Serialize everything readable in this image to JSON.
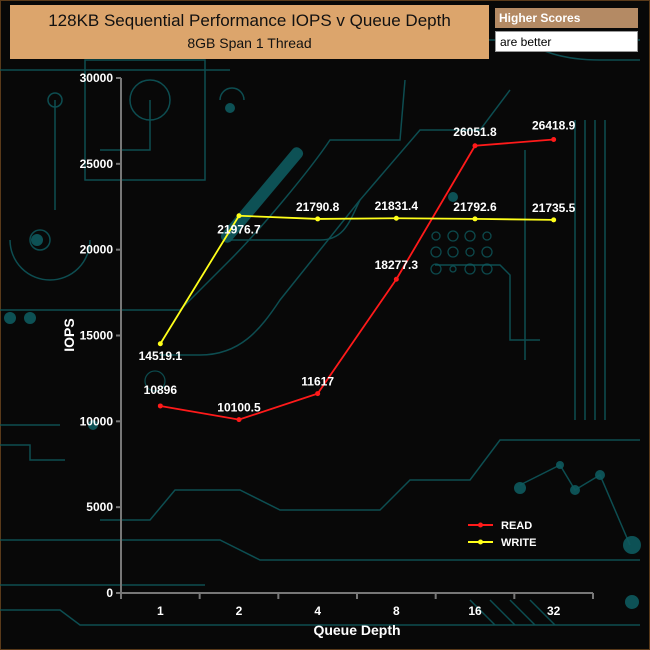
{
  "header": {
    "title": "128KB Sequential Performance IOPS v Queue Depth",
    "subtitle": "8GB Span 1 Thread",
    "note_line1": "Higher Scores",
    "note_line2": "are better"
  },
  "colors": {
    "title_bg": "#dca56c",
    "note_bg": "#b48a64",
    "read": "#ff1a1a",
    "write": "#ffff1a",
    "axis": "#777777",
    "circuit": "#0e5a5e"
  },
  "chart_data": {
    "type": "line",
    "title": "128KB Sequential Performance IOPS v Queue Depth",
    "subtitle": "8GB Span 1 Thread",
    "xlabel": "Queue Depth",
    "ylabel": "IOPS",
    "categories": [
      "1",
      "2",
      "4",
      "8",
      "16",
      "32"
    ],
    "ylim": [
      0,
      30000
    ],
    "yticks": [
      0,
      5000,
      10000,
      15000,
      20000,
      25000,
      30000
    ],
    "grid": false,
    "legend_position": "bottom-right",
    "series": [
      {
        "name": "READ",
        "color": "#ff1a1a",
        "values": [
          10896,
          10100.5,
          11617,
          18277.3,
          26051.8,
          26418.9
        ],
        "labels": [
          "10896",
          "10100.5",
          "11617",
          "18277.3",
          "26051.8",
          "26418.9"
        ]
      },
      {
        "name": "WRITE",
        "color": "#ffff1a",
        "values": [
          14519.1,
          21976.7,
          21790.8,
          21831.4,
          21792.6,
          21735.5
        ],
        "labels": [
          "14519.1",
          "21976.7",
          "21790.8",
          "21831.4",
          "21792.6",
          "21735.5"
        ]
      }
    ]
  }
}
